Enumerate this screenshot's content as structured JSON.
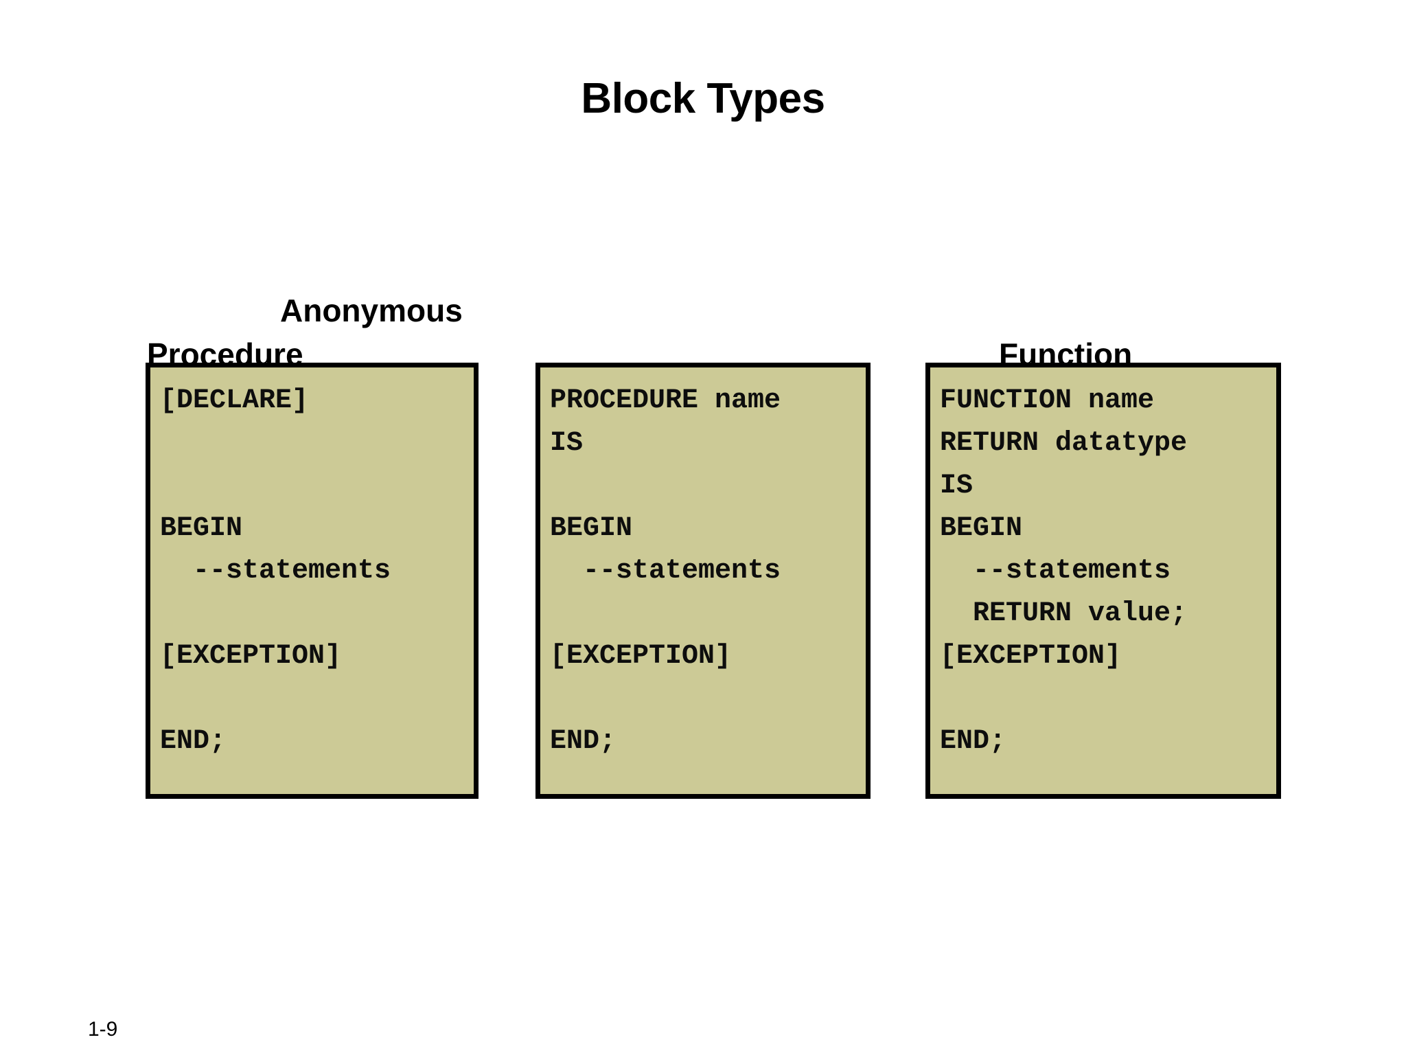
{
  "slide": {
    "title": "Block Types",
    "page_marker": "1-9",
    "background_color": "#FFFFFF",
    "box_fill_color": "#CCCA96",
    "box_border_color": "#000000",
    "text_color": "#000000"
  },
  "columns": [
    {
      "id": "anonymous",
      "caption": "Anonymous",
      "code": "[DECLARE]\n\n\nBEGIN\n  --statements\n\n[EXCEPTION]\n\nEND;"
    },
    {
      "id": "procedure",
      "caption": "Procedure",
      "code": "PROCEDURE name\nIS\n\nBEGIN\n  --statements\n\n[EXCEPTION]\n\nEND;"
    },
    {
      "id": "function",
      "caption": "Function",
      "code": "FUNCTION name\nRETURN datatype\nIS\nBEGIN\n  --statements\n  RETURN value;\n[EXCEPTION]\n\nEND;"
    }
  ]
}
